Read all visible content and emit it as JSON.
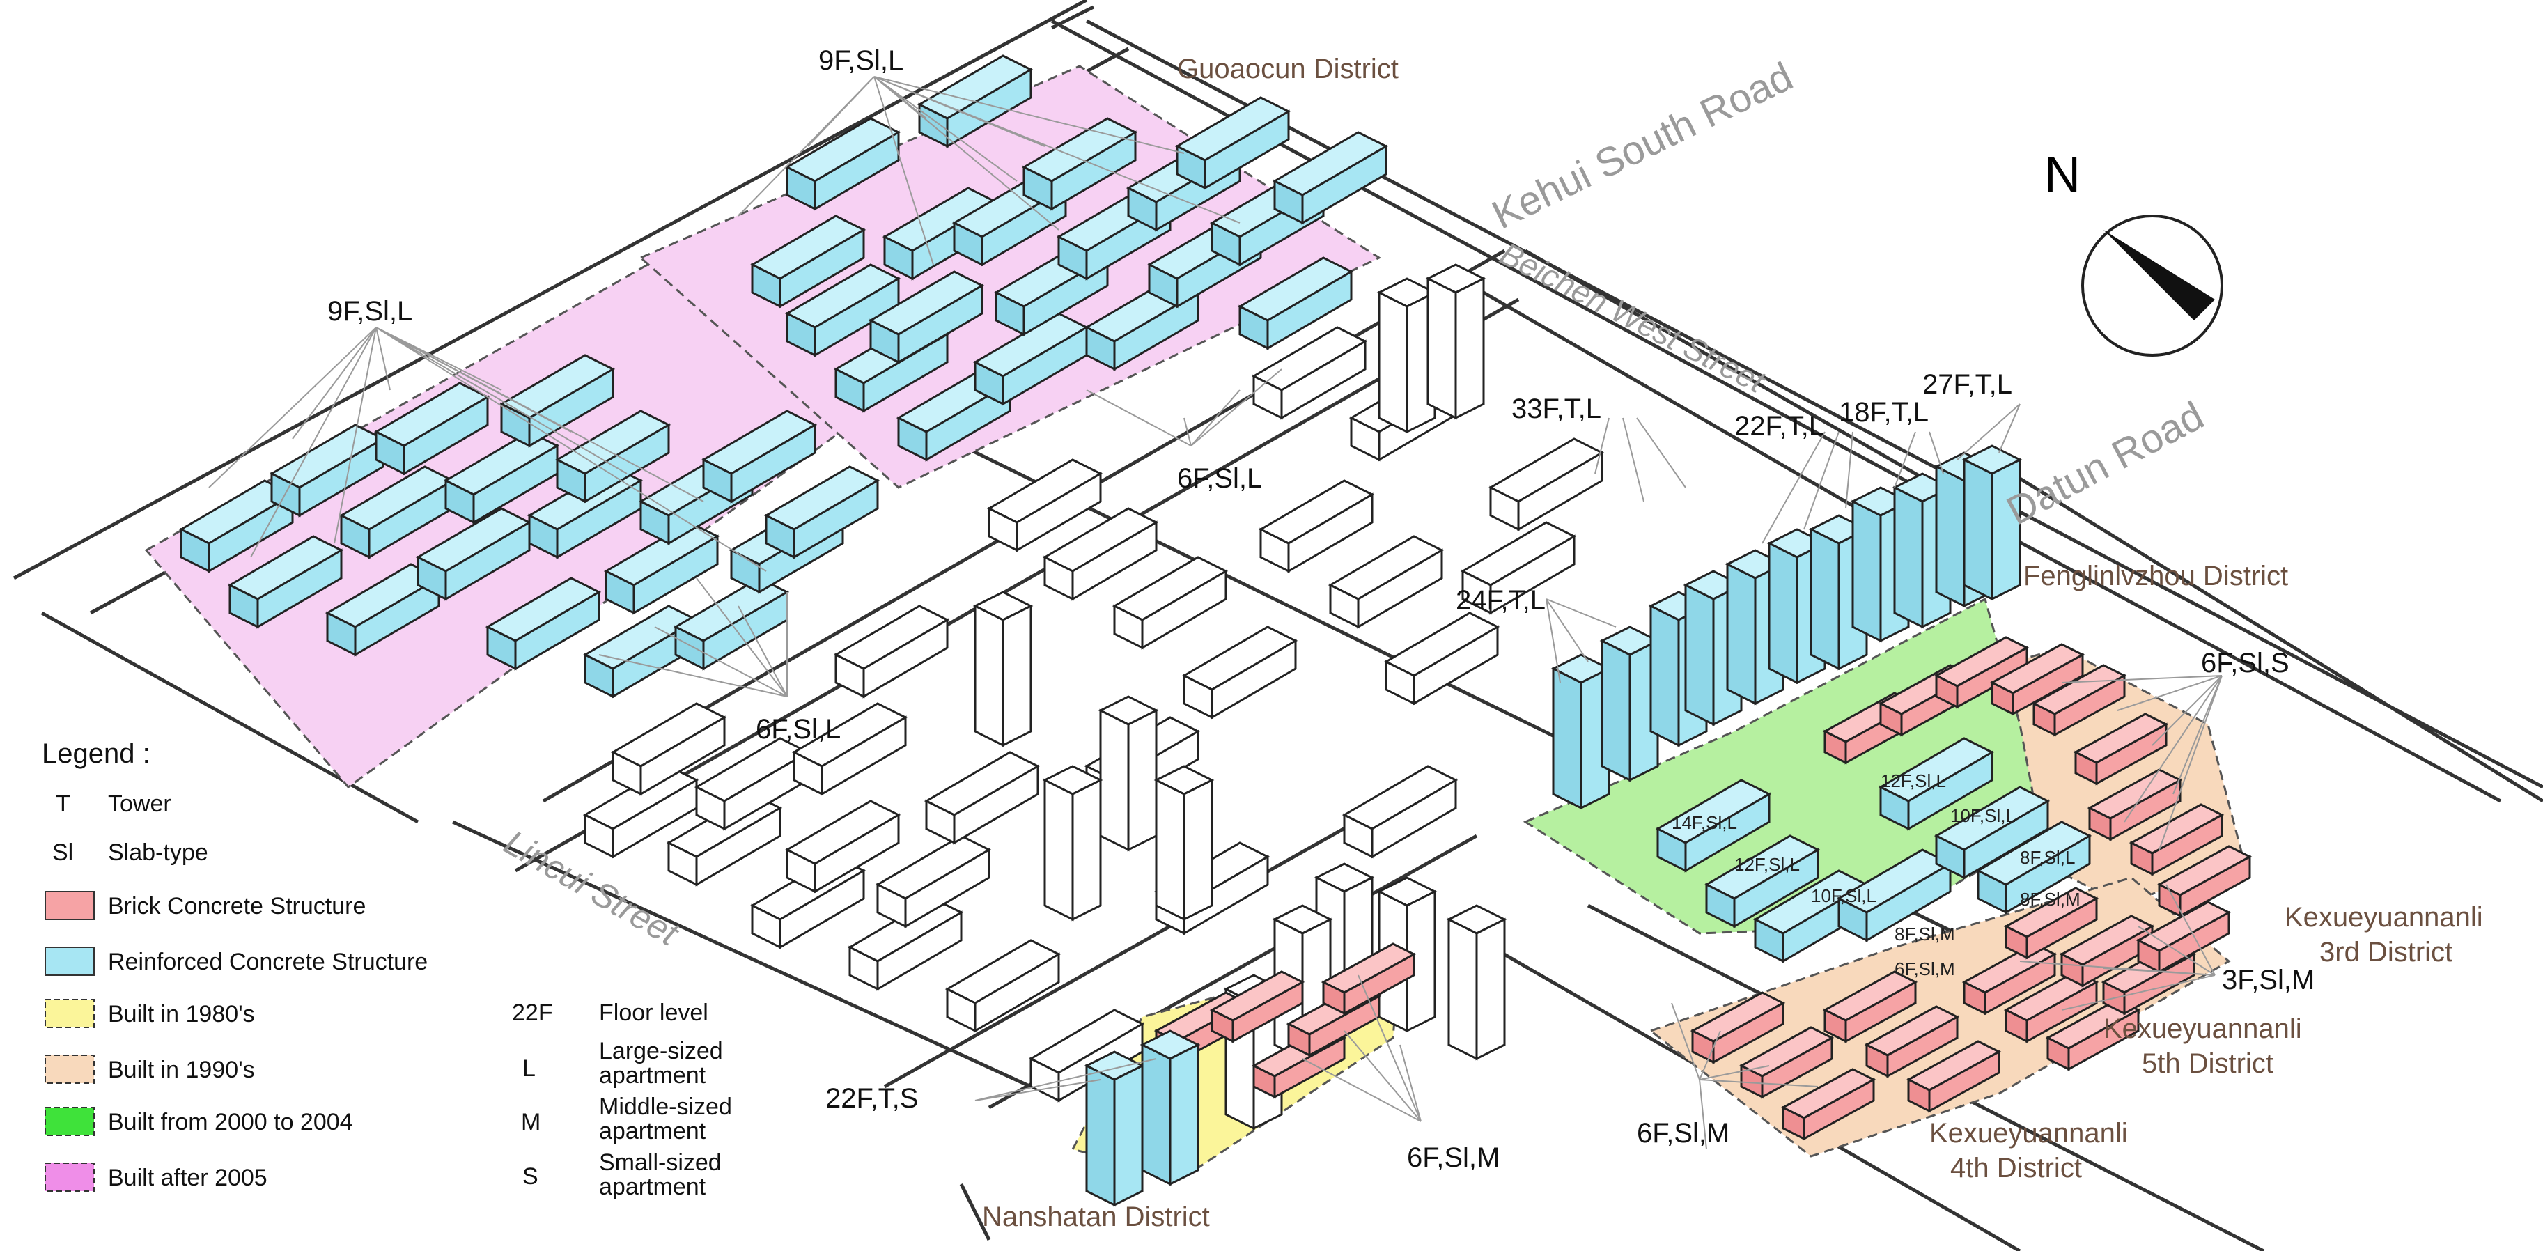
{
  "colors": {
    "brick": "#f6a3a5",
    "reinforced": "#a7e6f3",
    "built_1980s": "#fbf59a",
    "built_1990s": "#f8d9bc",
    "built_2000_2004": "#b6f0a0",
    "built_after_2005": "#f7d1f3",
    "building_outline": "#222222",
    "road_text": "#9a9a9a",
    "district_text": "#6b5040"
  },
  "compass": {
    "label": "N"
  },
  "roads": {
    "kehui": "Kehui South Road",
    "beichen": "Beichen West Street",
    "datun": "Datun Road",
    "lincui": "Lincui Street"
  },
  "districts": {
    "guoaocun": "Guoaocun District",
    "fenglin": "Fenglinlvzhou District",
    "kx3_line1": "Kexueyuannanli",
    "kx3_line2": "3rd District",
    "kx5_line1": "Kexueyuannanli",
    "kx5_line2": "5th District",
    "kx4_line1": "Kexueyuannanli",
    "kx4_line2": "4th District",
    "nanshatan": "Nanshatan District"
  },
  "labels": {
    "l_9f_top": "9F,Sl,L",
    "l_9f_left": "9F,Sl,L",
    "l_6f_mid": "6F,Sl,L",
    "l_6f_left": "6F,Sl,L",
    "l_33f": "33F,T,L",
    "l_22f_tl": "22F,T,L",
    "l_18f": "18F,T,L",
    "l_27f": "27F,T,L",
    "l_24f": "24F,T,L",
    "l_6f_s": "6F,Sl,S",
    "l_3f_m": "3F,Sl,M",
    "l_6f_m_r": "6F,Sl,M",
    "l_6f_m_b": "6F,Sl,M",
    "l_22f_ts": "22F,T,S"
  },
  "onbuilding": {
    "b1": "14F,Sl,L",
    "b2": "12F,Sl,L",
    "b3": "12F,Sl,L",
    "b4": "10F,Sl,L",
    "b5": "10F,Sl,L",
    "b6": "8F,Sl,L",
    "b7": "8F,Sl,M",
    "b8": "8F,Sl,M",
    "b9": "6F,Sl,M"
  },
  "legend": {
    "title": "Legend :",
    "items": [
      {
        "key": "T",
        "text": "Tower"
      },
      {
        "key": "Sl",
        "text": "Slab-type"
      },
      {
        "swatch": "brick",
        "text": "Brick Concrete Structure"
      },
      {
        "swatch": "reinforced",
        "text": "Reinforced Concrete Structure"
      },
      {
        "swatch": "built_1980s",
        "text": "Built in 1980's"
      },
      {
        "swatch": "built_1990s",
        "text": "Built in 1990's"
      },
      {
        "swatch": "built_2000_2004",
        "text": "Built from 2000 to 2004"
      },
      {
        "swatch": "built_after_2005",
        "text": "Built after 2005"
      }
    ],
    "floor_key": "22F",
    "floor_text": "Floor level",
    "l_key": "L",
    "l_text_1": "Large-sized",
    "l_text_2": "apartment",
    "m_key": "M",
    "m_text_1": "Middle-sized",
    "m_text_2": "apartment",
    "s_key": "S",
    "s_text_1": "Small-sized",
    "s_text_2": "apartment"
  }
}
